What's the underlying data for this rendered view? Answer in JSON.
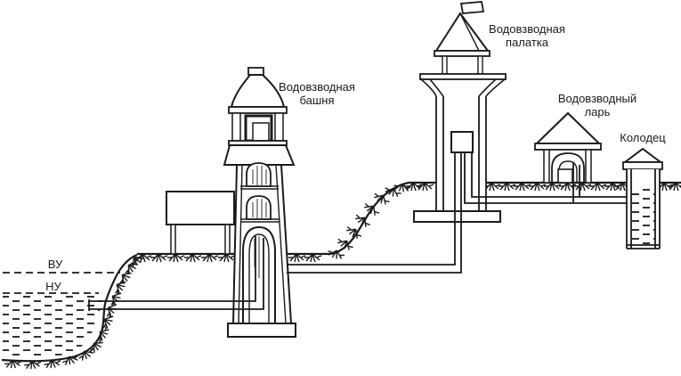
{
  "labels": {
    "tower_line1": "Водовзводная",
    "tower_line2": "башня",
    "tent_line1": "Водовзводная",
    "tent_line2": "палатка",
    "chest_line1": "Водовзводный",
    "chest_line2": "ларь",
    "well": "Колодец",
    "high_water": "ВУ",
    "low_water": "НУ"
  },
  "colors": {
    "ink": "#1b1b1b",
    "background": "#ffffff"
  }
}
